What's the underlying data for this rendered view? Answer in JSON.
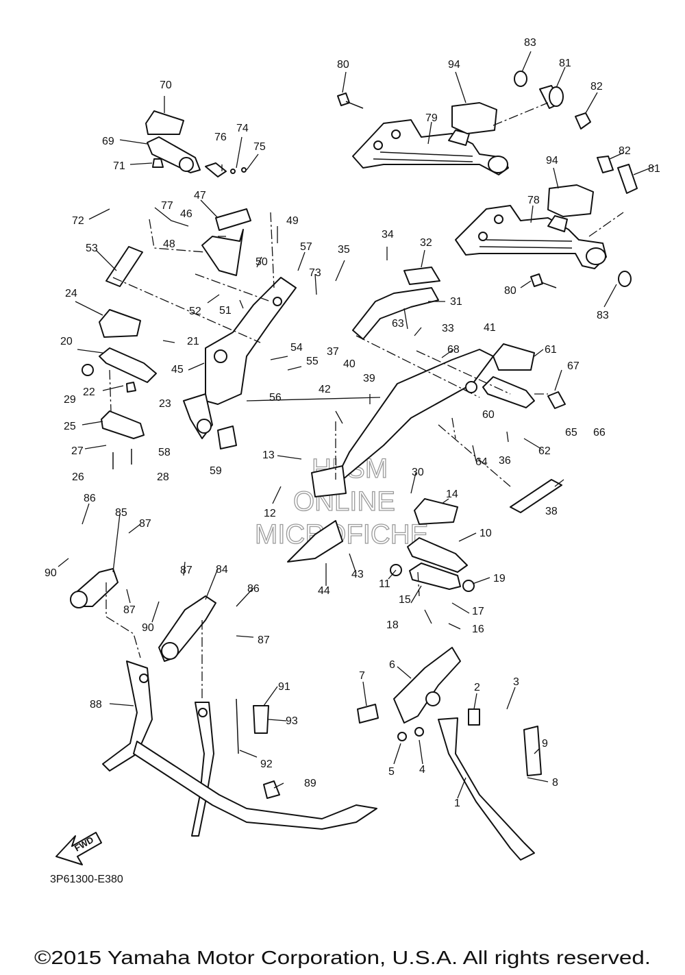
{
  "diagram": {
    "callouts": [
      "1",
      "2",
      "3",
      "4",
      "5",
      "6",
      "7",
      "8",
      "9",
      "10",
      "11",
      "12",
      "13",
      "14",
      "15",
      "16",
      "17",
      "18",
      "19",
      "20",
      "21",
      "22",
      "23",
      "24",
      "25",
      "26",
      "27",
      "28",
      "29",
      "30",
      "31",
      "32",
      "33",
      "34",
      "35",
      "36",
      "37",
      "38",
      "39",
      "40",
      "41",
      "42",
      "43",
      "44",
      "45",
      "46",
      "47",
      "48",
      "49",
      "50",
      "51",
      "52",
      "53",
      "54",
      "55",
      "56",
      "57",
      "58",
      "59",
      "60",
      "61",
      "62",
      "63",
      "64",
      "65",
      "66",
      "67",
      "68",
      "69",
      "70",
      "71",
      "72",
      "73",
      "74",
      "75",
      "76",
      "77",
      "78",
      "79",
      "80",
      "80",
      "81",
      "81",
      "82",
      "82",
      "83",
      "83",
      "84",
      "85",
      "86",
      "86",
      "87",
      "87",
      "87",
      "87",
      "88",
      "89",
      "90",
      "90",
      "91",
      "92",
      "93",
      "94",
      "94"
    ],
    "watermark": [
      "HLSM",
      "ONLINE",
      "MICROFICHE"
    ],
    "fwd_label": "FWD",
    "figure_code": "3P61300-E380",
    "copyright": "©2015 Yamaha Motor Corporation, U.S.A. All rights reserved."
  }
}
